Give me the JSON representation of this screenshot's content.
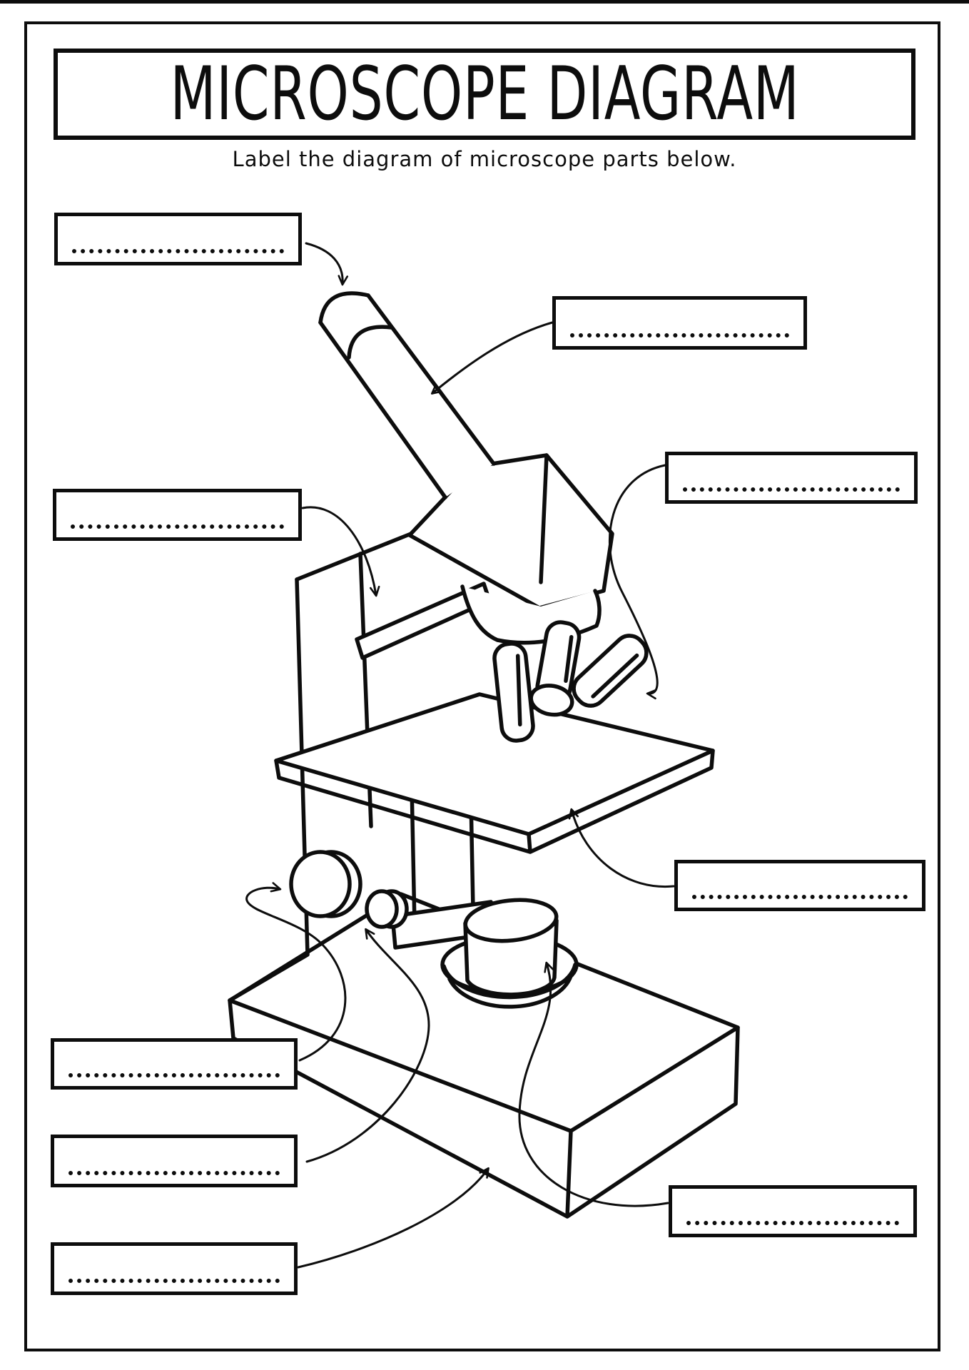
{
  "page": {
    "title": "MICROSCOPE DIAGRAM",
    "subtitle": "Label the diagram of microscope parts below."
  },
  "colors": {
    "ink": "#0d0d0d",
    "paper": "#ffffff"
  },
  "label_boxes": [
    {
      "id": "label-box-1",
      "value": ""
    },
    {
      "id": "label-box-2",
      "value": ""
    },
    {
      "id": "label-box-3",
      "value": ""
    },
    {
      "id": "label-box-4",
      "value": ""
    },
    {
      "id": "label-box-5",
      "value": ""
    },
    {
      "id": "label-box-6",
      "value": ""
    },
    {
      "id": "label-box-7",
      "value": ""
    },
    {
      "id": "label-box-8",
      "value": ""
    },
    {
      "id": "label-box-9",
      "value": ""
    }
  ]
}
